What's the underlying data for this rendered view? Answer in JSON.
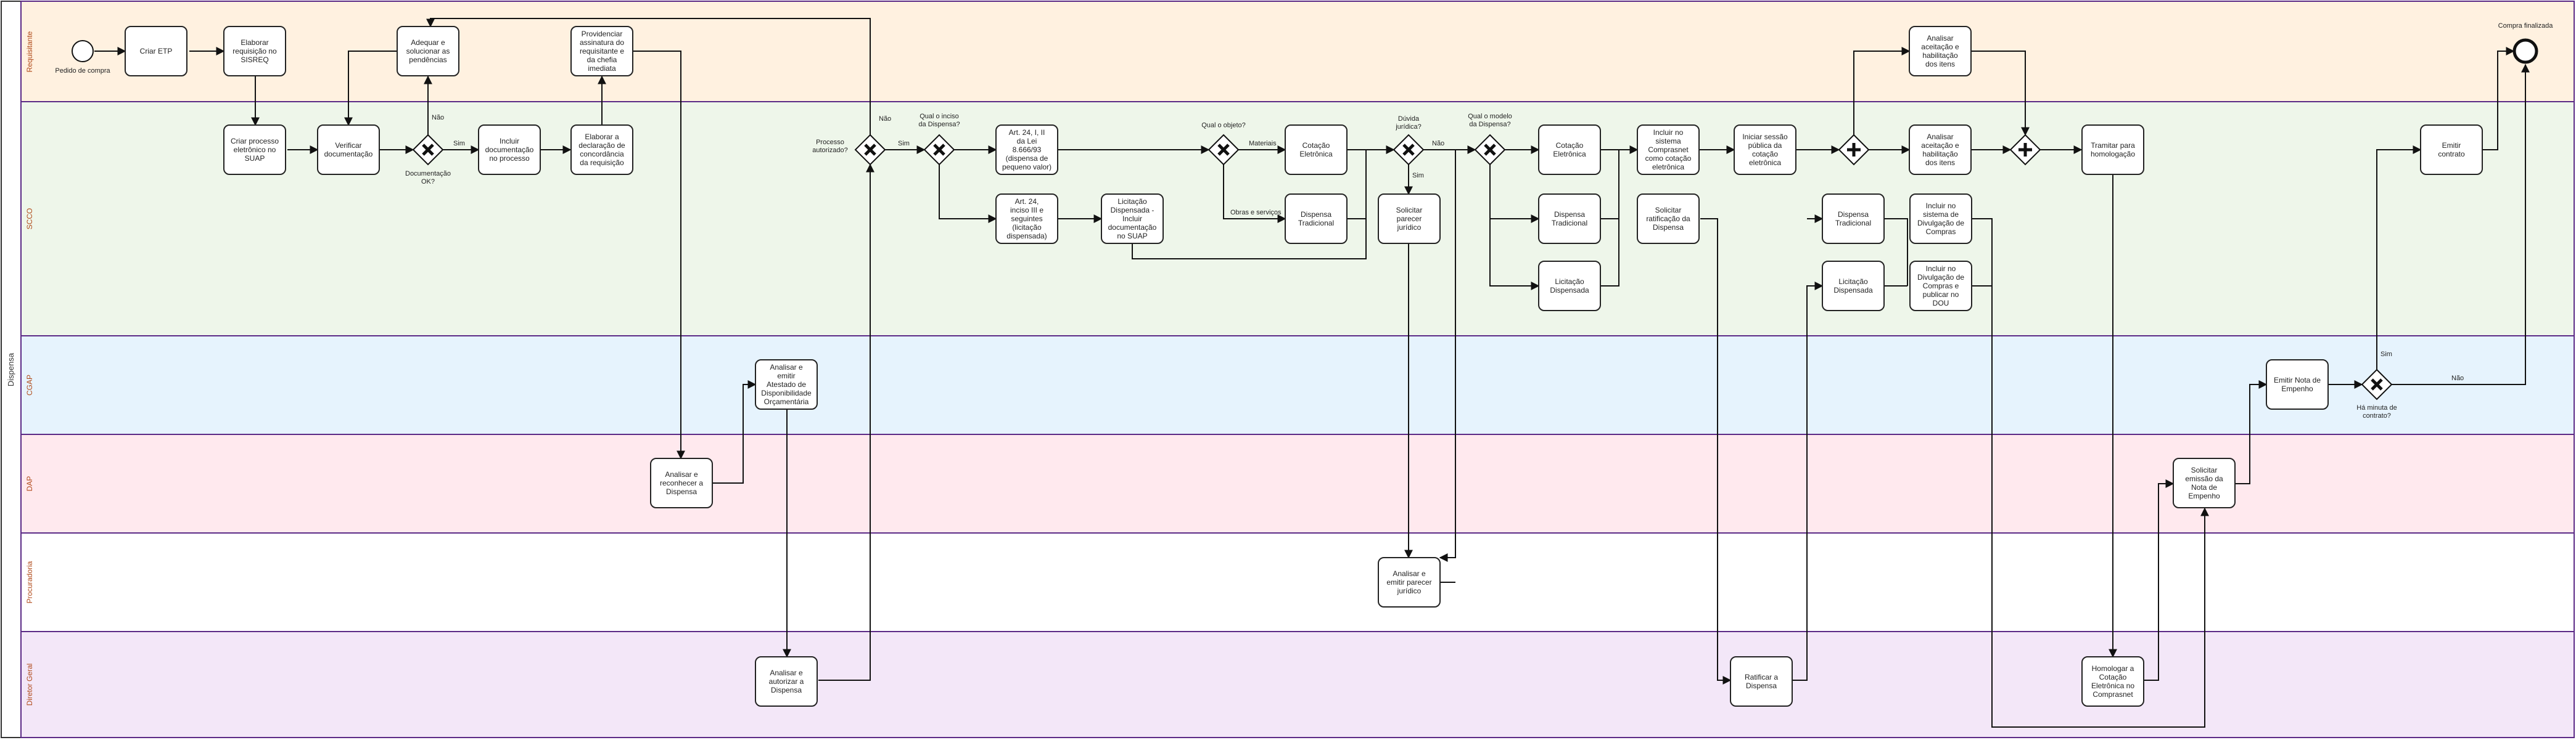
{
  "pool": {
    "label": "Dispensa"
  },
  "lanes": [
    {
      "id": "requisitante",
      "label": "Requisitante",
      "color": "#fff1e0"
    },
    {
      "id": "scco",
      "label": "SCCO",
      "color": "#eef6ea"
    },
    {
      "id": "cgap",
      "label": "CGAP",
      "color": "#e6f3fd"
    },
    {
      "id": "dap",
      "label": "DAP",
      "color": "#ffe9ee"
    },
    {
      "id": "procuradoria",
      "label": "Procuradoria",
      "color": "#ffffff"
    },
    {
      "id": "diretor",
      "label": "Diretor Geral",
      "color": "#f3e7f8"
    }
  ],
  "events": {
    "start": {
      "label": "Pedido de compra"
    },
    "end": {
      "label": "Compra finalizada"
    }
  },
  "tasks": {
    "criar_etp": "Criar ETP",
    "elaborar_req": "Elaborar requisição no SISREQ",
    "adequar": "Adequar e solucionar as pendências",
    "providenciar": "Providenciar assinatura do requisitante e da chefia imediata",
    "analisar_aceitacao_top": "Analisar aceitação e habilitação dos itens",
    "criar_processo": "Criar processo eletrônico no SUAP",
    "verificar_doc": "Verificar documentação",
    "incluir_doc": "Incluir documentação no processo",
    "elaborar_decl": "Elaborar a declaração de concordância da requisição",
    "art24_ii": "Art. 24, I, II da Lei 8.666/93 (dispensa de pequeno valor)",
    "art24_iii": "Art. 24, inciso III e seguintes (licitação dispensada)",
    "licitacao_disp_incluir": "Licitação Dispensada - Incluir documentação no SUAP",
    "cotacao_eletronica": "Cotação Eletrônica",
    "dispensa_trad_1": "Dispensa Tradicional",
    "solicitar_parecer": "Solicitar parecer jurídico",
    "cotacao_eletronica_2": "Cotação Eletrônica",
    "dispensa_trad_2": "Dispensa Tradicional",
    "licitacao_disp_2": "Licitação Dispensada",
    "incluir_comprasnet": "Incluir no sistema Comprasnet como cotação eletrônica",
    "solicitar_ratificacao": "Solicitar ratificação da Dispensa",
    "iniciar_sessao": "Iniciar sessão pública da cotação eletrônica",
    "dispensa_trad_3": "Dispensa Tradicional",
    "licitacao_disp_3": "Licitação Dispensada",
    "analisar_aceitacao_mid": "Analisar aceitação e habilitação dos itens",
    "incluir_divulgacao": "Incluir no sistema de Divulgação de Compras",
    "incluir_divulgacao_dou": "Incluir no Divulgação de Compras e publicar no DOU",
    "tramitar": "Tramitar para homologação",
    "emitir_contrato": "Emitir contrato",
    "analisar_emitir_atestado": "Analisar e emitir Atestado de Disponibilidade Orçamentária",
    "emitir_nota": "Emitir Nota de Empenho",
    "analisar_reconhecer": "Analisar e reconhecer a Dispensa",
    "solicitar_emissao": "Solicitar emissão da Nota de Empenho",
    "analisar_parecer": "Analisar e emitir parecer jurídico",
    "analisar_autorizar": "Analisar e autorizar a Dispensa",
    "ratificar": "Ratificar a Dispensa",
    "homologar": "Homologar a Cotação Eletrônica no Comprasnet"
  },
  "gateways": {
    "doc_ok": "Documentação OK?",
    "autorizado": "Processo autorizado?",
    "inciso": "Qual o inciso da Dispensa?",
    "objeto": "Qual o objeto?",
    "duvida": "Dúvida jurídica?",
    "modelo": "Qual o modelo da Dispensa?",
    "minuta": "Há minuta de contrato?"
  },
  "flow_labels": {
    "nao": "Não",
    "sim": "Sim",
    "materiais": "Materiais",
    "obras": "Obras e serviços"
  },
  "colors": {
    "stroke": "#222222",
    "lane_border": "#5b2a86",
    "task_fill": "#ffffff",
    "lane_text": "#b04a1a"
  }
}
